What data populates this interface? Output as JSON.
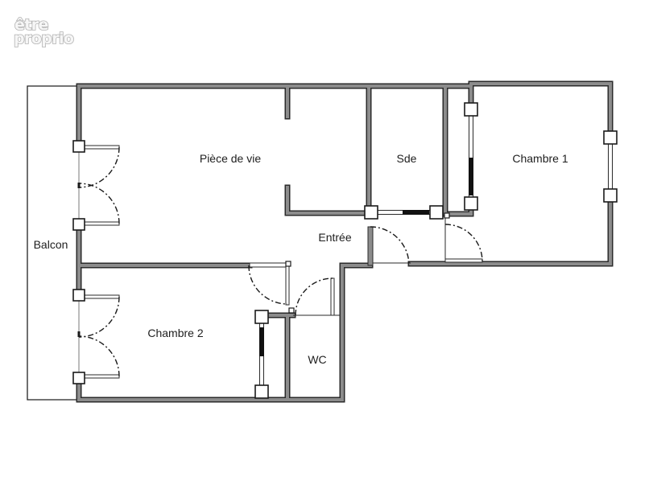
{
  "logo": {
    "line1": "être",
    "line2": "proprio"
  },
  "rooms": {
    "piece_de_vie": "Pièce de vie",
    "sde": "Sde",
    "chambre_1": "Chambre 1",
    "balcon": "Balcon",
    "entree": "Entrée",
    "chambre_2": "Chambre 2",
    "wc": "WC"
  },
  "colors": {
    "background": "#ffffff",
    "wall_outline": "#2b2b2b",
    "wall_fill": "#8c8c8c",
    "sliding_panel": "#111111",
    "label_text": "#1e1e1e"
  }
}
